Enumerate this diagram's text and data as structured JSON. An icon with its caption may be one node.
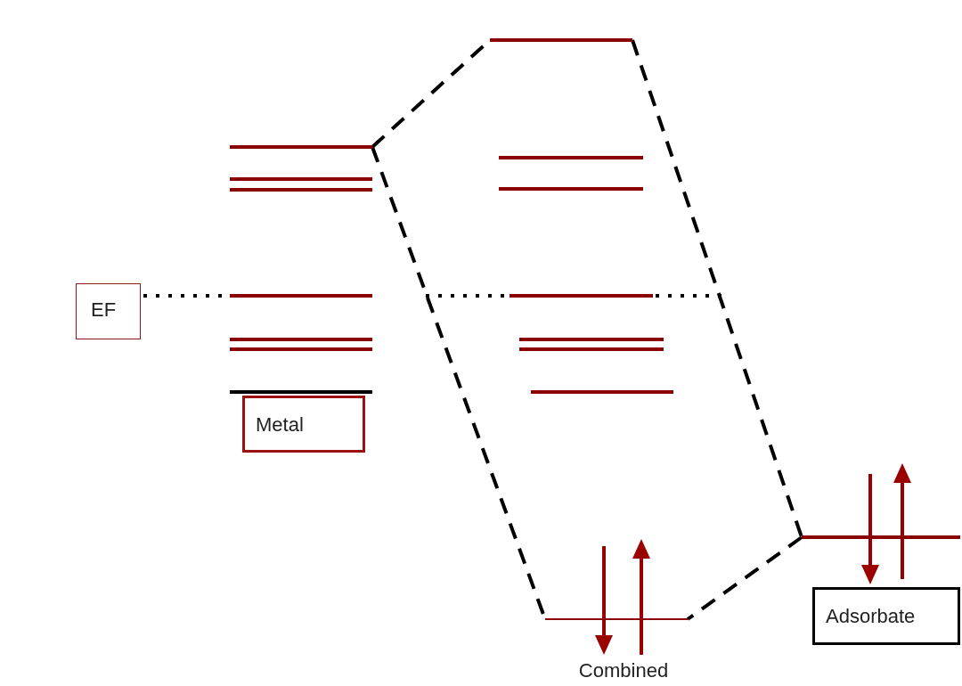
{
  "diagram": {
    "nodes": [
      {
        "text": [
          "EF"
        ]
      },
      {
        "text": [
          "Metal"
        ]
      },
      {
        "text": [
          "Adsorbate"
        ]
      },
      {
        "text": [
          "Combined"
        ]
      },
      {
        "text": [],
        "shape": "bar"
      },
      {
        "text": [],
        "shape": "bar"
      },
      {
        "text": [],
        "shape": "bar"
      },
      {
        "text": [],
        "shape": "bar"
      }
    ],
    "edges": [
      {
        "from": 4,
        "to": 5,
        "arrow": "none",
        "style": "dashed"
      },
      {
        "from": 4,
        "to": 6,
        "arrow": "none",
        "style": "dashed"
      },
      {
        "from": 5,
        "to": 7,
        "arrow": "none",
        "style": "dashed"
      },
      {
        "from": 7,
        "to": 6,
        "arrow": "none",
        "style": "dashed"
      }
    ]
  }
}
